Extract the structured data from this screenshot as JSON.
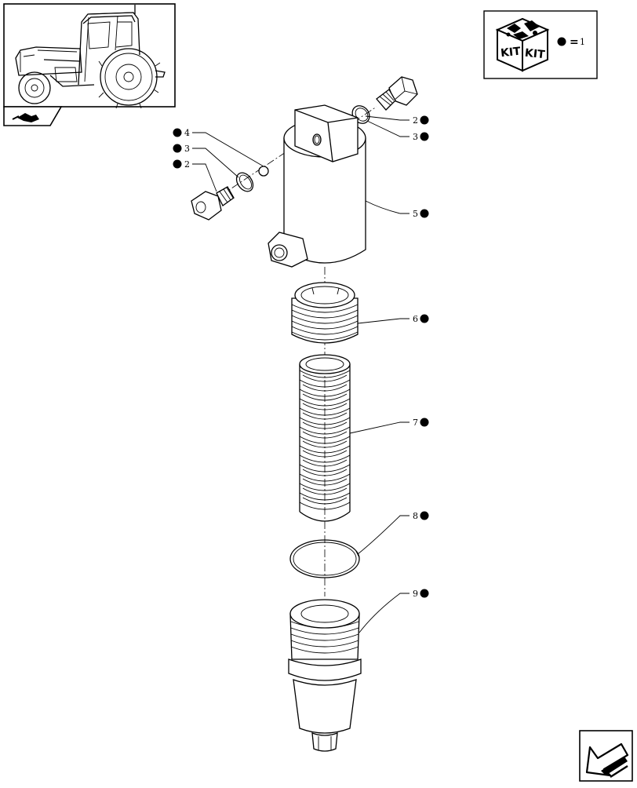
{
  "callouts": [
    {
      "id": "c2-right",
      "number": "2"
    },
    {
      "id": "c3-right",
      "number": "3"
    },
    {
      "id": "c4-left",
      "number": "4"
    },
    {
      "id": "c3-left",
      "number": "3"
    },
    {
      "id": "c2-left",
      "number": "2"
    },
    {
      "id": "c5",
      "number": "5"
    },
    {
      "id": "c6",
      "number": "6"
    },
    {
      "id": "c7",
      "number": "7"
    },
    {
      "id": "c8",
      "number": "8"
    },
    {
      "id": "c9",
      "number": "9"
    }
  ],
  "kit_box": {
    "label_left": "KIT",
    "label_right": "KIT",
    "legend_equals": "=",
    "legend_value": "1"
  },
  "icons": {
    "thumbnail": "tractor-icon",
    "top_nav": "next-page-arrow-icon",
    "bottom_nav": "previous-page-arrow-icon"
  },
  "colors": {
    "ink": "#000000",
    "paper": "#ffffff"
  }
}
